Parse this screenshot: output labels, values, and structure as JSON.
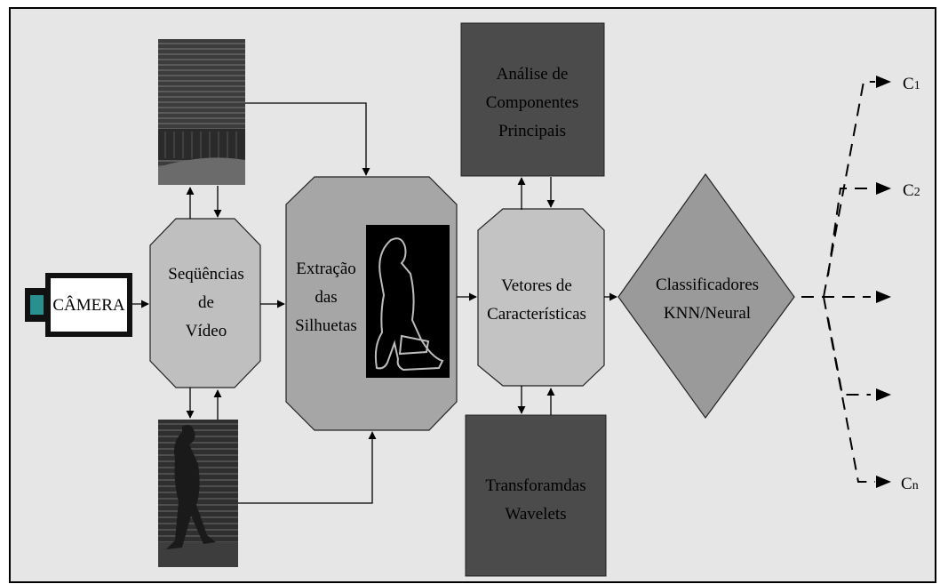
{
  "camera": {
    "label": "CÂMERA"
  },
  "video": {
    "line1": "Seqüências",
    "line2": "de",
    "line3": "Vídeo"
  },
  "extraction": {
    "line1": "Extração",
    "line2": "das",
    "line3": "Silhuetas"
  },
  "pca": {
    "line1": "Análise de",
    "line2": "Componentes",
    "line3": "Principais"
  },
  "features": {
    "line1": "Vetores de",
    "line2": "Características"
  },
  "wavelets": {
    "line1": "Transforamdas",
    "line2": "Wavelets"
  },
  "classifier": {
    "line1": "Classificadores",
    "line2": "KNN/Neural"
  },
  "outputs": [
    {
      "label": "C",
      "sub": "1"
    },
    {
      "label": "C",
      "sub": "2"
    },
    {
      "label": "",
      "sub": ""
    },
    {
      "label": "",
      "sub": ""
    },
    {
      "label": "C",
      "sub": "n"
    }
  ],
  "colors": {
    "background": "#e6e6e6",
    "video_octagon": "#bfbfbf",
    "extraction_octagon": "#a6a6a6",
    "features_octagon": "#c3c3c3",
    "dark_boxes": "#4b4b4b",
    "classifier": "#9a9a9a",
    "camera_lens": "#2a8f8f"
  }
}
